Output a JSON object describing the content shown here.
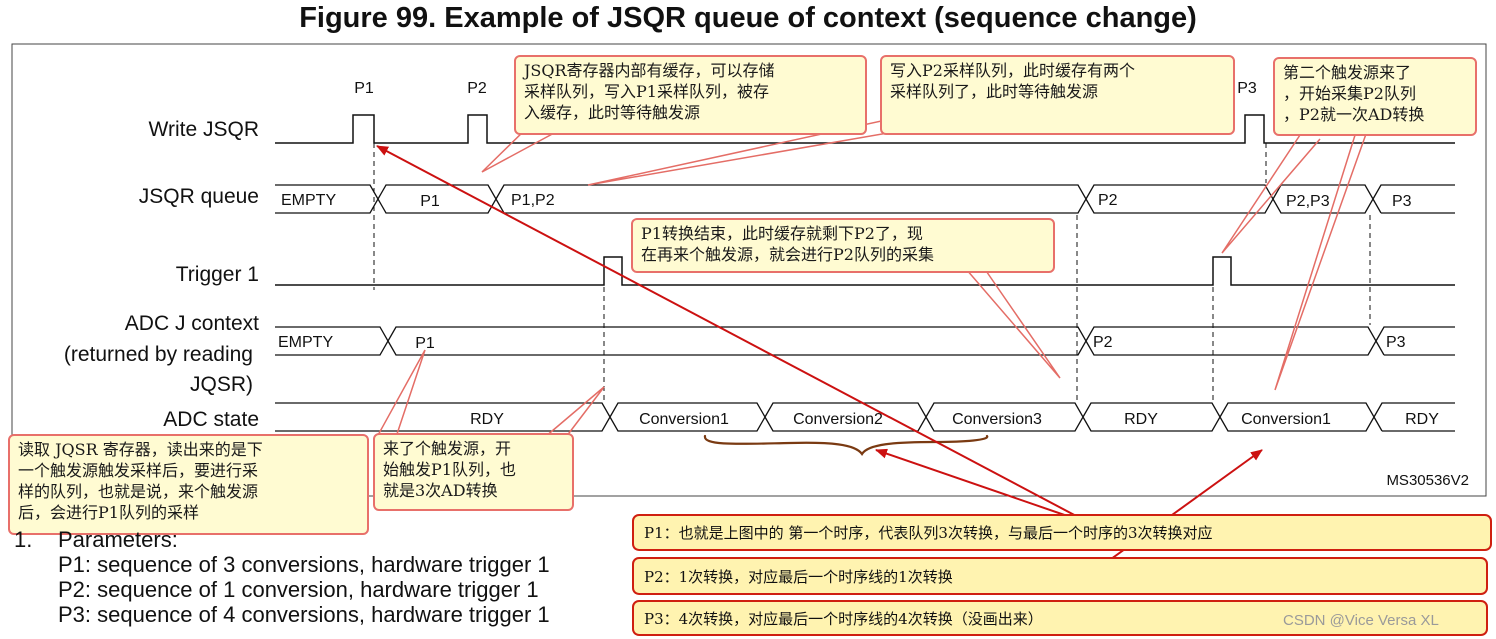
{
  "figure_title": "Figure 99. Example of JSQR queue of context (sequence change)",
  "signals": {
    "write_jsqr": "Write JSQR",
    "jsqr_queue": "JSQR queue",
    "trigger1": "Trigger 1",
    "adc_context": [
      "ADC J context",
      "(returned by reading",
      "JQSR)"
    ],
    "adc_state": "ADC state"
  },
  "write_pulse_labels": [
    "P1",
    "P2",
    "P3"
  ],
  "queue_segments": [
    "EMPTY",
    "P1",
    "P1,P2",
    "P2",
    "P2,P3",
    "P3"
  ],
  "context_segments": [
    "EMPTY",
    "P1",
    "P2",
    "P3"
  ],
  "state_segments": [
    "RDY",
    "Conversion1",
    "Conversion2",
    "Conversion3",
    "RDY",
    "Conversion1",
    "RDY"
  ],
  "figure_code": "MS30536V2",
  "notes": {
    "n1": [
      "JSQR寄存器内部有缓存，可以存储",
      "采样队列，写入P1采样队列，被存",
      "入缓存，此时等待触发源"
    ],
    "n2": [
      "写入P2采样队列，此时缓存有两个",
      "采样队列了，此时等待触发源"
    ],
    "n3": [
      "第二个触发源来了",
      "，开始采集P2队列",
      "，P2就一次AD转换"
    ],
    "n4": [
      "P1转换结束，此时缓存就剩下P2了，现",
      "在再来个触发源，就会进行P2队列的采集"
    ],
    "n5": [
      "读取 JQSR 寄存器，读出来的是下",
      "一个触发源触发采样后，要进行采",
      "样的队列，也就是说，来个触发源",
      "后，会进行P1队列的采样"
    ],
    "n6": [
      "来了个触发源，开",
      "始触发P1队列，也",
      "就是3次AD转换"
    ]
  },
  "summary_boxes": [
    "P1：也就是上图中的 第一个时序，代表队列3次转换，与最后一个时序的3次转换对应",
    "P2：1次转换，对应最后一个时序线的1次转换",
    "P3：4次转换，对应最后一个时序线的4次转换（没画出来）"
  ],
  "parameters": {
    "number": "1.",
    "heading": "Parameters:",
    "items": [
      "P1: sequence of 3 conversions, hardware trigger 1",
      "P2: sequence of 1 conversion, hardware trigger 1",
      "P3: sequence of 4 conversions, hardware trigger 1"
    ]
  },
  "watermark": "CSDN @Vice Versa XL",
  "colors": {
    "note_bg": "#fffbd2",
    "note_border": "#e8706a",
    "box_bg": "#fff3b0",
    "arrow": "#cc1111",
    "brace": "#7a3a12"
  }
}
